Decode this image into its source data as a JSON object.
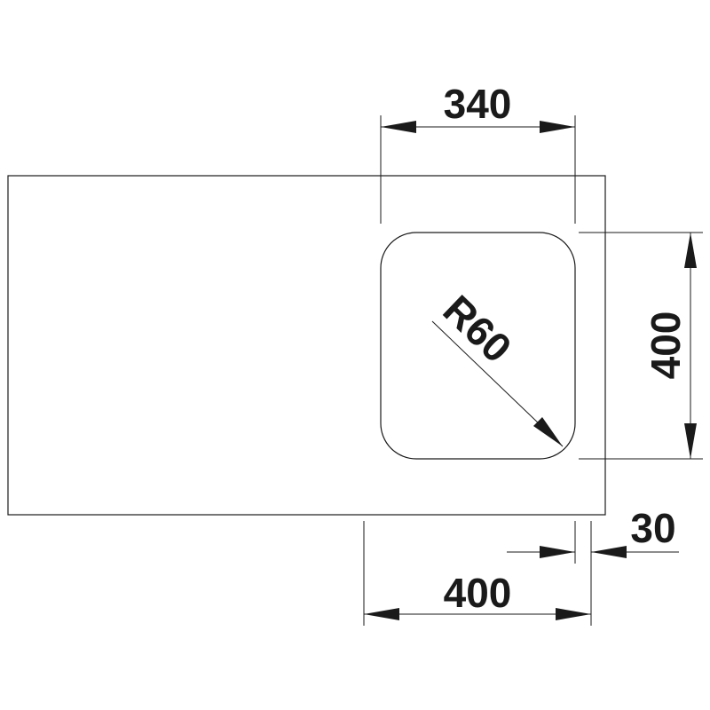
{
  "dimensions": {
    "top_width": "340",
    "bowl_height": "400",
    "radius": "R60",
    "offset": "30",
    "bottom_width": "400"
  },
  "colors": {
    "line": "#1a1a1a",
    "background": "#ffffff"
  }
}
